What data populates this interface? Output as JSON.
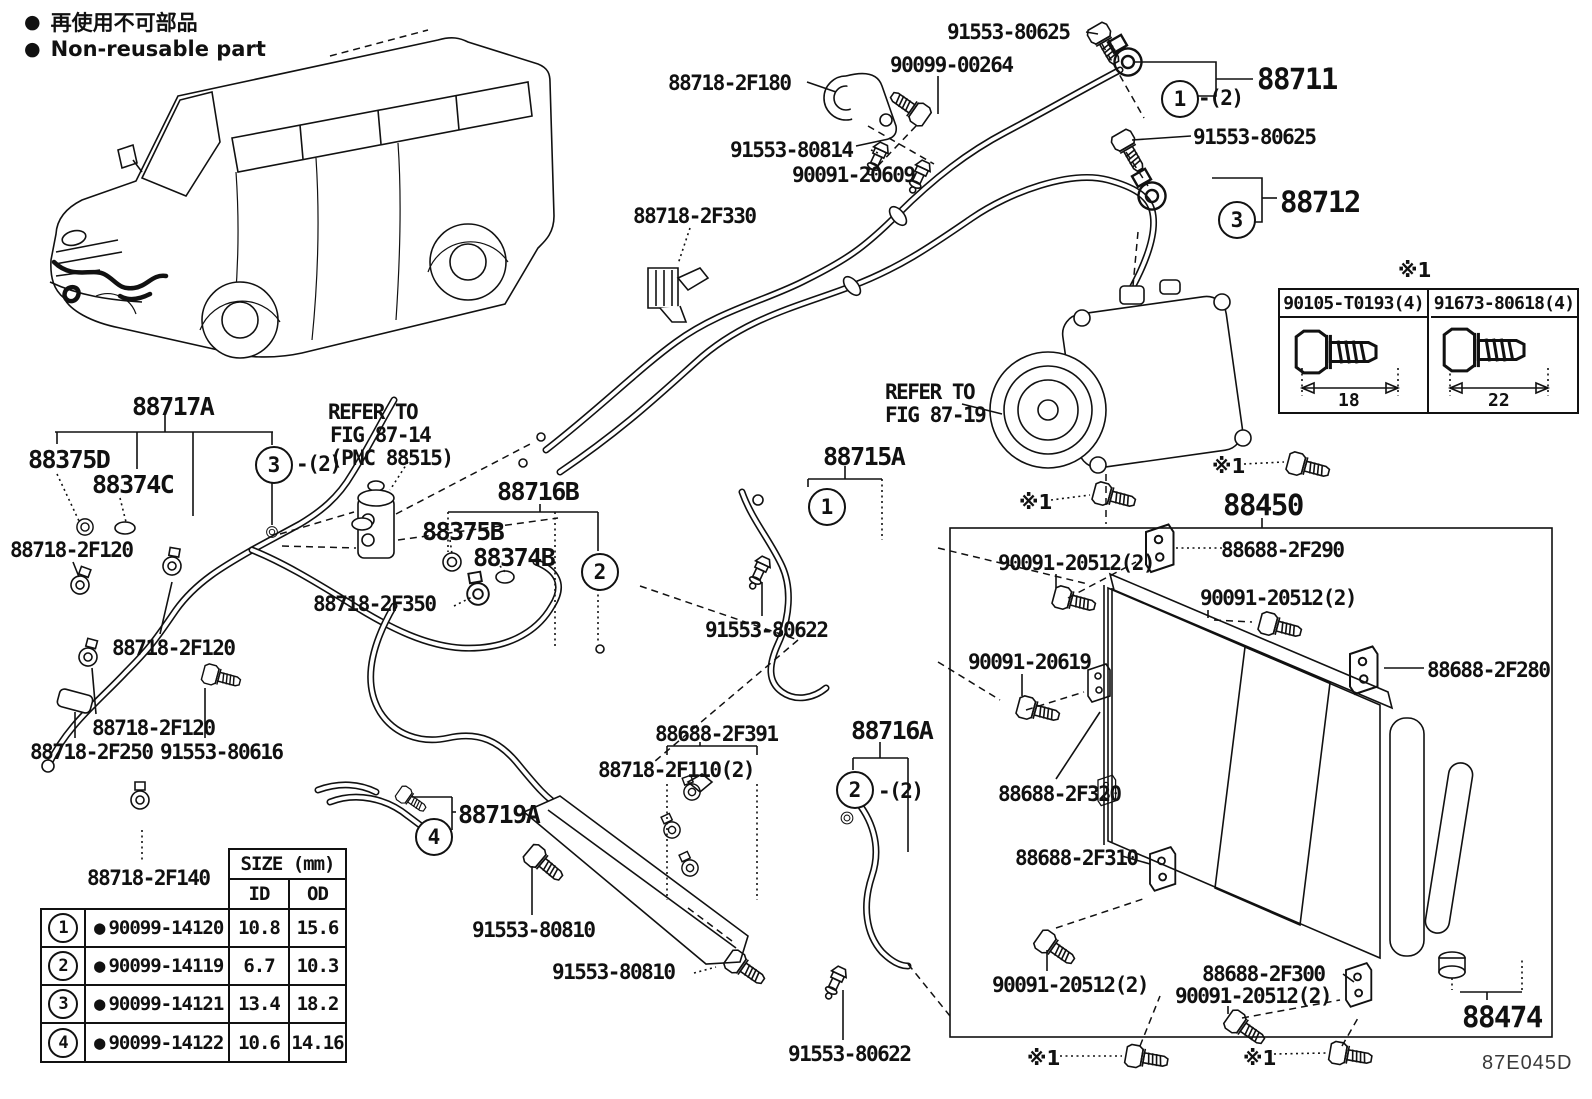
{
  "legend": {
    "bullet": "●",
    "jp": "再使用不可部品",
    "en": "Non-reusable part"
  },
  "labels": [
    {
      "text": "91553-80625"
    },
    {
      "text": "90099-00264"
    },
    {
      "text": "88718-2F180"
    },
    {
      "text": "88711"
    },
    {
      "text": "-(2)"
    },
    {
      "text": "91553-80814"
    },
    {
      "text": "90091-20609"
    },
    {
      "text": "91553-80625"
    },
    {
      "text": "88712"
    },
    {
      "text": "88718-2F330"
    },
    {
      "text": "REFER TO"
    },
    {
      "text": "FIG 87-19"
    },
    {
      "text": "88717A"
    },
    {
      "text": "REFER TO"
    },
    {
      "text": "FIG 87-14"
    },
    {
      "text": "(PNC 88515)"
    },
    {
      "text": "88375D"
    },
    {
      "text": "88374C"
    },
    {
      "text": "-(2)"
    },
    {
      "text": "88715A"
    },
    {
      "text": "88716B"
    },
    {
      "text": "88375B"
    },
    {
      "text": "88374B"
    },
    {
      "text": "88718-2F120"
    },
    {
      "text": "88718-2F350"
    },
    {
      "text": "91553-80622"
    },
    {
      "text": "88718-2F120"
    },
    {
      "text": "88718-2F120"
    },
    {
      "text": "88718-2F250"
    },
    {
      "text": "91553-80616"
    },
    {
      "text": "※1"
    },
    {
      "text": "※1"
    },
    {
      "text": "※1"
    },
    {
      "text": "88450"
    },
    {
      "text": "90091-20512(2)"
    },
    {
      "text": "88688-2F290"
    },
    {
      "text": "90091-20512(2)"
    },
    {
      "text": "90091-20619"
    },
    {
      "text": "88688-2F280"
    },
    {
      "text": "88688-2F320"
    },
    {
      "text": "88716A"
    },
    {
      "text": "-(2)"
    },
    {
      "text": "88688-2F391"
    },
    {
      "text": "88718-2F110(2)"
    },
    {
      "text": "88719A"
    },
    {
      "text": "88718-2F140"
    },
    {
      "text": "91553-80810"
    },
    {
      "text": "91553-80810"
    },
    {
      "text": "88688-2F310"
    },
    {
      "text": "90091-20512(2)"
    },
    {
      "text": "88688-2F300"
    },
    {
      "text": "90091-20512(2)"
    },
    {
      "text": "91553-80622"
    },
    {
      "text": "88474"
    },
    {
      "text": "87E045D"
    },
    {
      "text": "※1"
    },
    {
      "text": "※1"
    }
  ],
  "callouts": [
    {
      "n": "1"
    },
    {
      "n": "3"
    },
    {
      "n": "3"
    },
    {
      "n": "1"
    },
    {
      "n": "2"
    },
    {
      "n": "2"
    },
    {
      "n": "4"
    }
  ],
  "spec_box": {
    "note": "※1",
    "left_part": "90105-T0193(4)",
    "right_part": "91673-80618(4)",
    "left_dim": "18",
    "right_dim": "22"
  },
  "size_table": {
    "title": "SIZE (mm)",
    "col_id": "ID",
    "col_od": "OD",
    "rows": [
      {
        "n": "1",
        "bullet": "●",
        "part": "90099-14120",
        "id": "10.8",
        "od": "15.6"
      },
      {
        "n": "2",
        "bullet": "●",
        "part": "90099-14119",
        "id": "6.7",
        "od": "10.3"
      },
      {
        "n": "3",
        "bullet": "●",
        "part": "90099-14121",
        "id": "13.4",
        "od": "18.2"
      },
      {
        "n": "4",
        "bullet": "●",
        "part": "90099-14122",
        "id": "10.6",
        "od": "14.16"
      }
    ]
  }
}
